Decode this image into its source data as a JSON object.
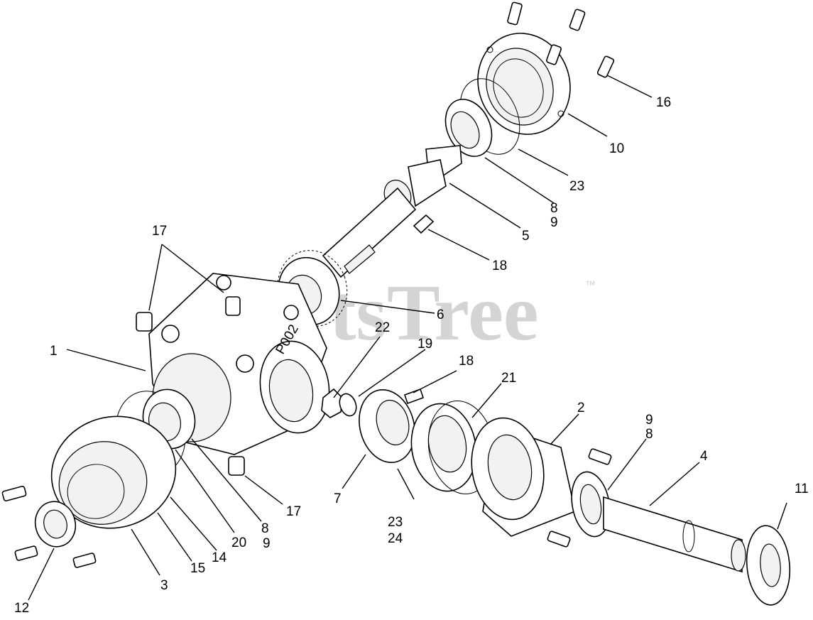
{
  "watermark": {
    "text": "PartsTree",
    "trademark": "™"
  },
  "housing_stamp": "P002",
  "callouts": [
    {
      "id": "c1",
      "label": "1"
    },
    {
      "id": "c2",
      "label": "2"
    },
    {
      "id": "c3",
      "label": "3"
    },
    {
      "id": "c4",
      "label": "4"
    },
    {
      "id": "c5",
      "label": "5"
    },
    {
      "id": "c6",
      "label": "6"
    },
    {
      "id": "c7",
      "label": "7"
    },
    {
      "id": "c8a",
      "label": "8"
    },
    {
      "id": "c9a",
      "label": "9"
    },
    {
      "id": "c8b",
      "label": "8"
    },
    {
      "id": "c9b",
      "label": "9"
    },
    {
      "id": "c9c",
      "label": "9"
    },
    {
      "id": "c8c",
      "label": "8"
    },
    {
      "id": "c10",
      "label": "10"
    },
    {
      "id": "c11",
      "label": "11"
    },
    {
      "id": "c12",
      "label": "12"
    },
    {
      "id": "c14",
      "label": "14"
    },
    {
      "id": "c15",
      "label": "15"
    },
    {
      "id": "c16",
      "label": "16"
    },
    {
      "id": "c17a",
      "label": "17"
    },
    {
      "id": "c17b",
      "label": "17"
    },
    {
      "id": "c18a",
      "label": "18"
    },
    {
      "id": "c18b",
      "label": "18"
    },
    {
      "id": "c19",
      "label": "19"
    },
    {
      "id": "c20",
      "label": "20"
    },
    {
      "id": "c21",
      "label": "21"
    },
    {
      "id": "c22",
      "label": "22"
    },
    {
      "id": "c23a",
      "label": "23"
    },
    {
      "id": "c23b",
      "label": "23"
    },
    {
      "id": "c24",
      "label": "24"
    }
  ]
}
